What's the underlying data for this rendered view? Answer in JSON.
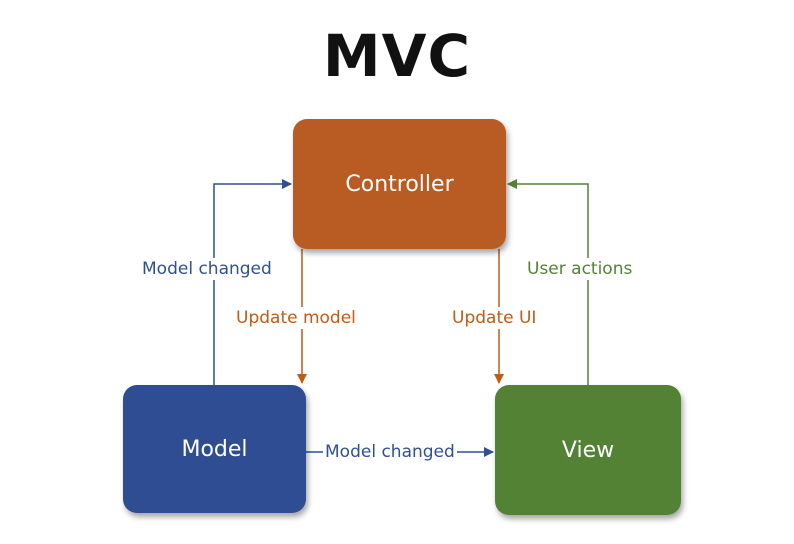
{
  "title": "MVC",
  "colors": {
    "controller": "#b95c24",
    "model": "#2e4d92",
    "view": "#548235",
    "controller_arrow": "#c55a11",
    "model_arrow": "#2f4f99",
    "view_arrow": "#548235"
  },
  "nodes": {
    "controller": "Controller",
    "model": "Model",
    "view": "View"
  },
  "edges": {
    "model_to_controller": "Model changed",
    "controller_to_model": "Update model",
    "controller_to_view": "Update UI",
    "view_to_controller": "User actions",
    "model_to_view": "Model changed"
  }
}
